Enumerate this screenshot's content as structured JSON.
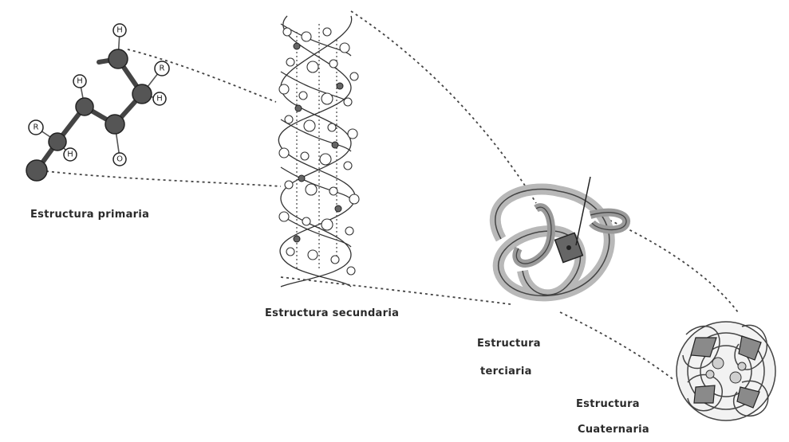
{
  "labels": {
    "primary": "Estructura primaria",
    "secondary": "Estructura secundaria",
    "tertiary_line1": "Estructura",
    "tertiary_line2": "terciaria",
    "quaternary_line1": "Estructura",
    "quaternary_line2": "Cuaternaria"
  },
  "atoms": {
    "hydrogen": "H",
    "r_group": "R",
    "oxygen": "O"
  },
  "colors": {
    "ink": "#2a2a2a",
    "atom_dark": "#555555",
    "ribbon": "#b8b8b8",
    "connector": "#444444"
  }
}
